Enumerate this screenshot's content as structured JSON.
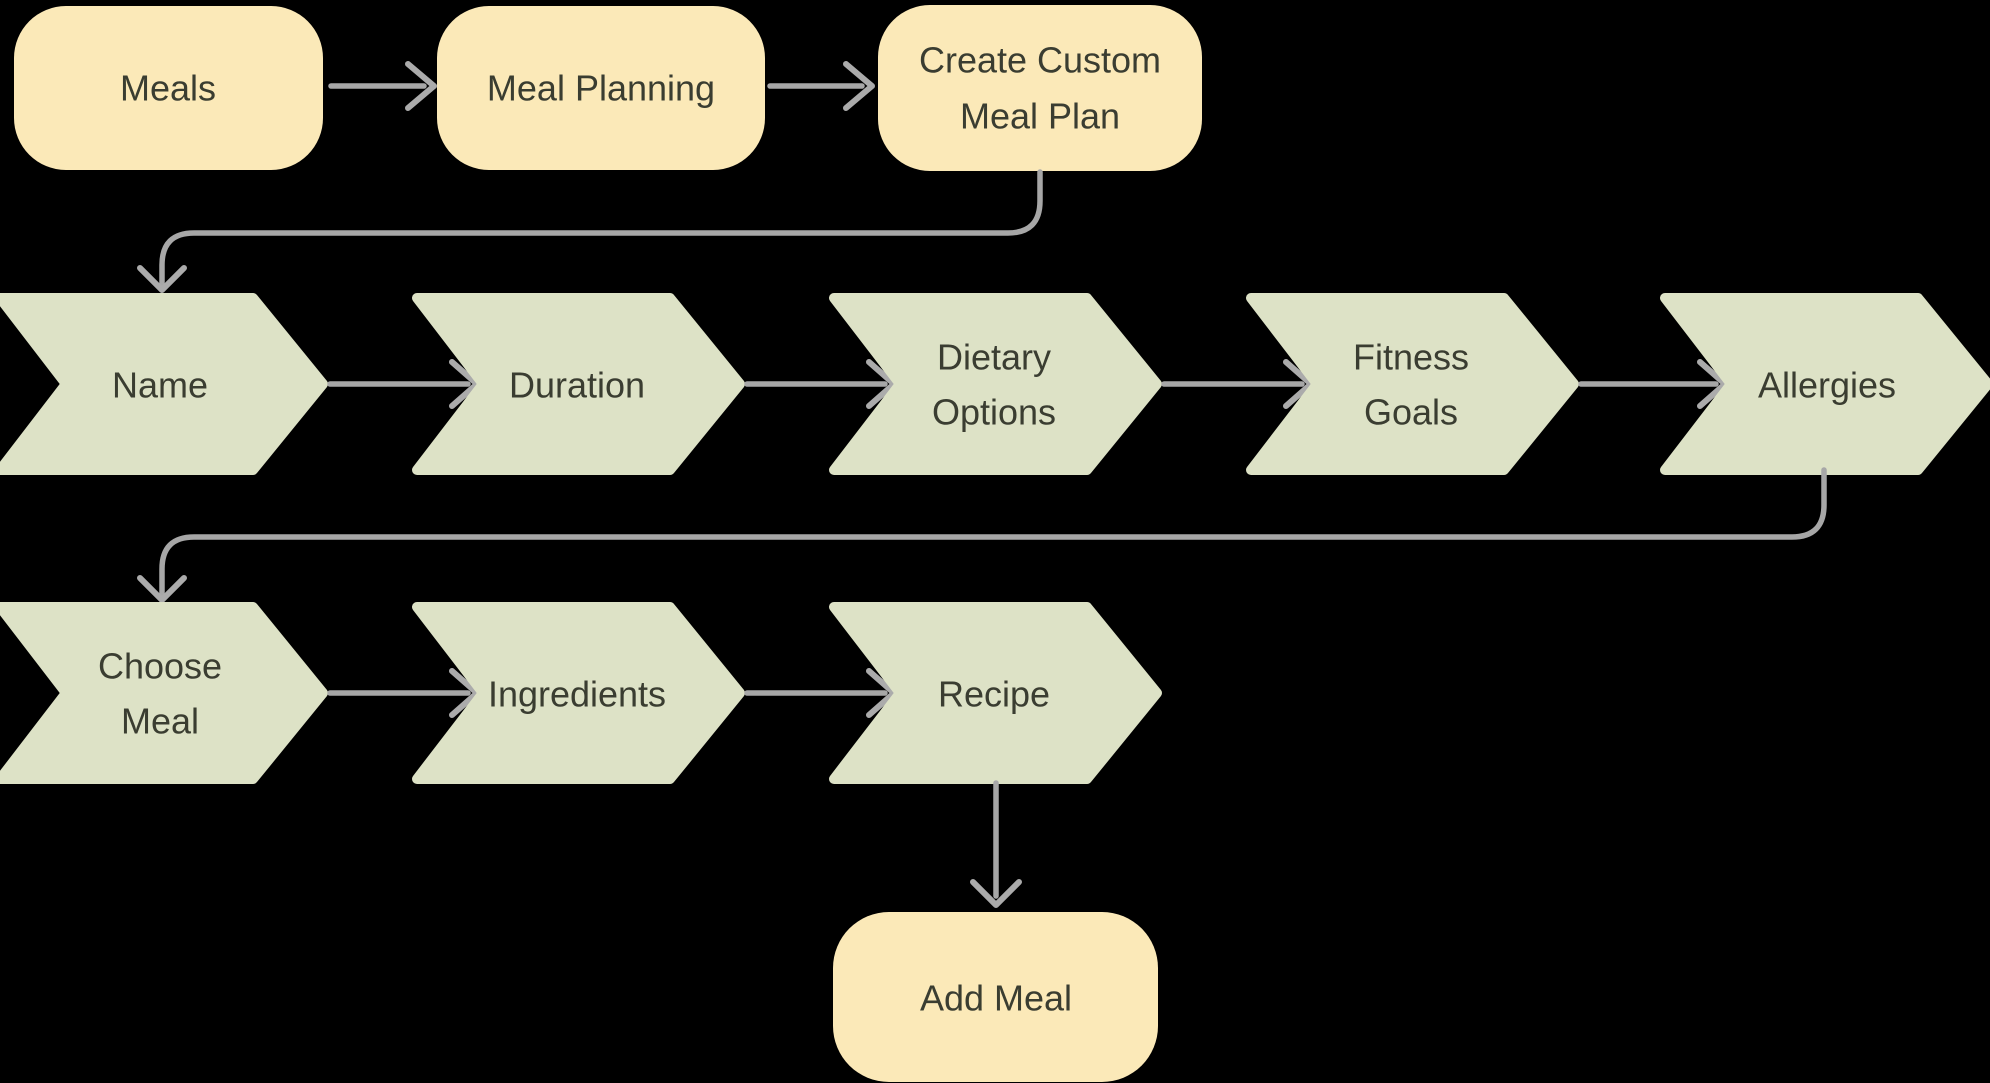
{
  "diagram": {
    "title": "Meal planning flowchart",
    "background": "#000000",
    "colors": {
      "pill_fill": "#FBE9B8",
      "chevron_fill": "#DDE2C6",
      "arrow": "#A7A7A7",
      "text": "#3A3D31"
    },
    "nodes": {
      "meals": {
        "shape": "pill",
        "label": "Meals"
      },
      "meal_planning": {
        "shape": "pill",
        "label": "Meal Planning"
      },
      "create_custom_meal_plan": {
        "shape": "pill",
        "line1": "Create Custom",
        "line2": "Meal Plan"
      },
      "name": {
        "shape": "chevron",
        "label": "Name"
      },
      "duration": {
        "shape": "chevron",
        "label": "Duration"
      },
      "dietary_options": {
        "shape": "chevron",
        "line1": "Dietary",
        "line2": "Options"
      },
      "fitness_goals": {
        "shape": "chevron",
        "line1": "Fitness",
        "line2": "Goals"
      },
      "allergies": {
        "shape": "chevron",
        "label": "Allergies"
      },
      "choose_meal": {
        "shape": "chevron",
        "line1": "Choose",
        "line2": "Meal"
      },
      "ingredients": {
        "shape": "chevron",
        "label": "Ingredients"
      },
      "recipe": {
        "shape": "chevron",
        "label": "Recipe"
      },
      "add_meal": {
        "shape": "pill",
        "label": "Add Meal"
      }
    },
    "edges": [
      {
        "from": "Meals",
        "to": "Meal Planning"
      },
      {
        "from": "Meal Planning",
        "to": "Create Custom Meal Plan"
      },
      {
        "from": "Create Custom Meal Plan",
        "to": "Name"
      },
      {
        "from": "Name",
        "to": "Duration"
      },
      {
        "from": "Duration",
        "to": "Dietary Options"
      },
      {
        "from": "Dietary Options",
        "to": "Fitness Goals"
      },
      {
        "from": "Fitness Goals",
        "to": "Allergies"
      },
      {
        "from": "Allergies",
        "to": "Choose Meal"
      },
      {
        "from": "Choose Meal",
        "to": "Ingredients"
      },
      {
        "from": "Ingredients",
        "to": "Recipe"
      },
      {
        "from": "Recipe",
        "to": "Add Meal"
      }
    ]
  }
}
